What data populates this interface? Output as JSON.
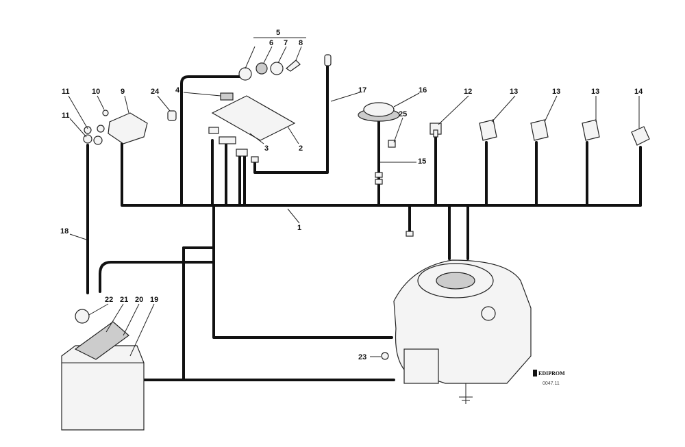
{
  "labels": [
    "5",
    "6",
    "7",
    "8",
    "11",
    "10",
    "9",
    "24",
    "4",
    "17",
    "16",
    "12",
    "13",
    "13",
    "13",
    "14",
    "25",
    "11",
    "3",
    "2",
    "15",
    "1",
    "18",
    "22",
    "21",
    "20",
    "19",
    "23"
  ],
  "logo": {
    "brand": "EDIPROM",
    "code": "0047.11"
  },
  "colors": {
    "wire": "#111111",
    "part_fill": "#f4f4f4"
  }
}
